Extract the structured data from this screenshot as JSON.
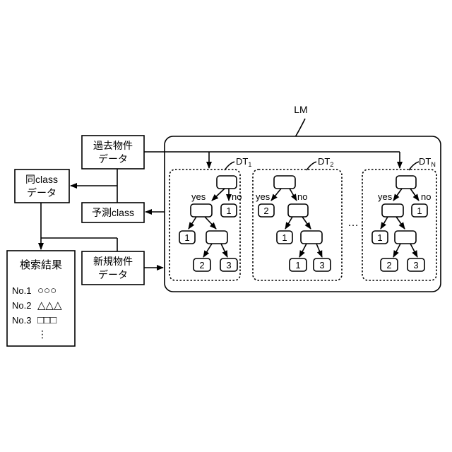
{
  "labels": {
    "lm": "LM",
    "past_data": [
      "過去物件",
      "データ"
    ],
    "same_class": [
      "同class",
      "データ"
    ],
    "predict": "予測class",
    "new_data": [
      "新規物件",
      "データ"
    ],
    "results_title": "検索結果",
    "results": [
      {
        "no": "No.1",
        "marks": "○○○"
      },
      {
        "no": "No.2",
        "marks": "△△△"
      },
      {
        "no": "No.3",
        "marks": "□□□"
      }
    ],
    "results_more": "⋮",
    "ellipsis": "…"
  },
  "trees": [
    {
      "name": "DT",
      "sub": "1",
      "yes": "yes",
      "no": "no",
      "leaves": [
        "1",
        "1",
        "2",
        "3"
      ]
    },
    {
      "name": "DT",
      "sub": "2",
      "yes": "yes",
      "no": "no",
      "leaves": [
        "2",
        "1",
        "1",
        "3"
      ]
    },
    {
      "name": "DT",
      "sub": "N",
      "yes": "yes",
      "no": "no",
      "leaves": [
        "1",
        "1",
        "2",
        "3"
      ]
    }
  ]
}
